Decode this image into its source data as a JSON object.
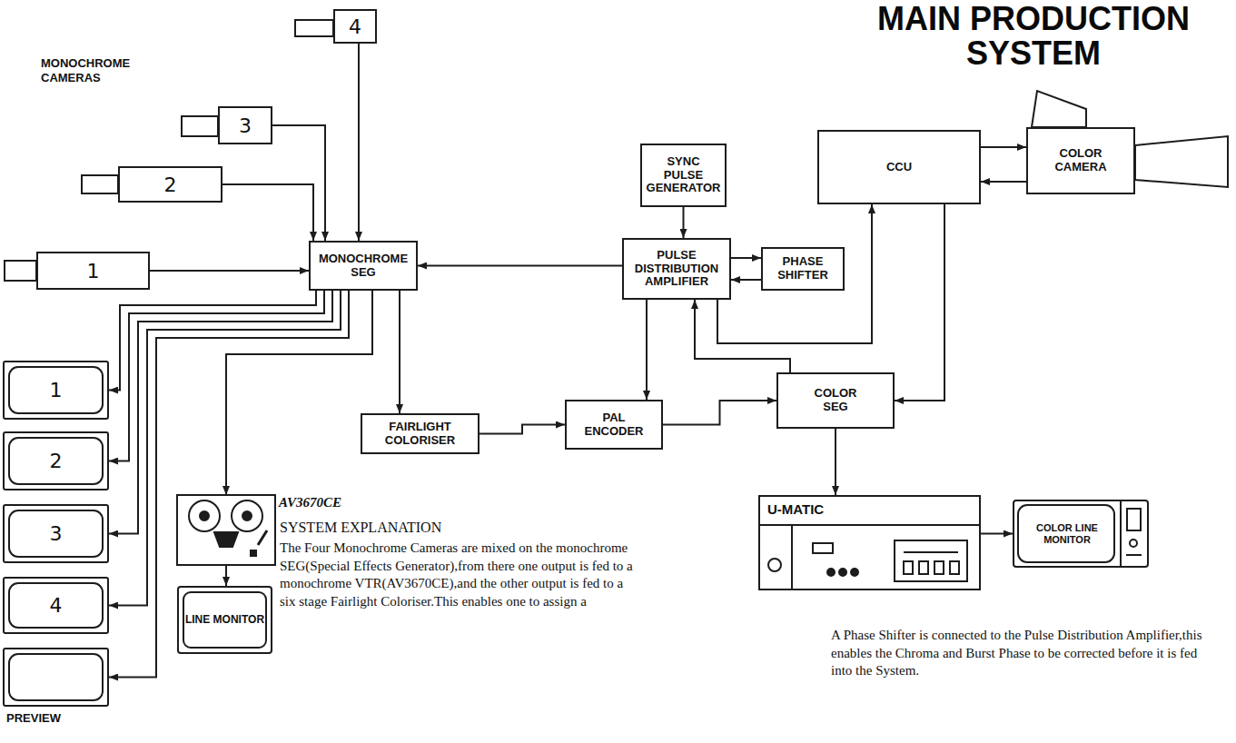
{
  "diagram": {
    "title": "MAIN PRODUCTION SYSTEM",
    "nodes": [
      {
        "text": [
          "4"
        ]
      },
      {
        "text": [
          "3"
        ]
      },
      {
        "text": [
          "2"
        ]
      },
      {
        "text": [
          "1"
        ]
      },
      {
        "text": [
          "MONOCHROME SEG"
        ]
      },
      {
        "text": [
          "SYNC PULSE GENERATOR"
        ]
      },
      {
        "text": [
          "PULSE DISTRIBUTION AMPLIFIER"
        ]
      },
      {
        "text": [
          "PHASE SHIFTER"
        ]
      },
      {
        "text": [
          "CCU"
        ]
      },
      {
        "text": [
          "COLOR CAMERA"
        ]
      },
      {
        "text": [
          "1"
        ]
      },
      {
        "text": [
          "FAIRLIGHT COLORISER"
        ]
      },
      {
        "text": [
          "PAL ENCODER"
        ]
      },
      {
        "text": [
          "COLOR SEG"
        ]
      },
      {
        "text": [
          "2"
        ]
      },
      {
        "text": [
          "3"
        ]
      },
      {
        "text": [
          "AV3670CE"
        ]
      },
      {
        "text": [
          "U-MATIC"
        ]
      },
      {
        "text": [
          "COLOR LINE MONITOR"
        ]
      },
      {
        "text": [
          "4"
        ]
      },
      {
        "text": [
          "LINE MONITOR"
        ]
      },
      {
        "text": [
          "PREVIEW"
        ]
      }
    ],
    "edges": [
      {
        "from": 3,
        "to": 4,
        "arrow": "to"
      },
      {
        "from": 2,
        "to": 4,
        "arrow": "to"
      },
      {
        "from": 1,
        "to": 4,
        "arrow": "to"
      },
      {
        "from": 0,
        "to": 4,
        "arrow": "to"
      },
      {
        "from": 4,
        "to": 10,
        "arrow": "to"
      },
      {
        "from": 4,
        "to": 14,
        "arrow": "to"
      },
      {
        "from": 4,
        "to": 15,
        "arrow": "to"
      },
      {
        "from": 4,
        "to": 19,
        "arrow": "to"
      },
      {
        "from": 4,
        "to": 21,
        "arrow": "to"
      },
      {
        "from": 4,
        "to": 16,
        "arrow": "to"
      },
      {
        "from": 4,
        "to": 11,
        "arrow": "to"
      },
      {
        "from": 16,
        "to": 20,
        "arrow": "to"
      },
      {
        "from": 11,
        "to": 12,
        "arrow": "to"
      },
      {
        "from": 5,
        "to": 6,
        "arrow": "to"
      },
      {
        "from": 6,
        "to": 4,
        "arrow": "to"
      },
      {
        "from": 6,
        "to": 7,
        "arrow": "to"
      },
      {
        "from": 7,
        "to": 6,
        "arrow": "to"
      },
      {
        "from": 6,
        "to": 12,
        "arrow": "to"
      },
      {
        "from": 13,
        "to": 6,
        "arrow": "to"
      },
      {
        "from": 6,
        "to": 8,
        "arrow": "to"
      },
      {
        "from": 8,
        "to": 9,
        "arrow": "to"
      },
      {
        "from": 9,
        "to": 8,
        "arrow": "to"
      },
      {
        "from": 8,
        "to": 13,
        "arrow": "to"
      },
      {
        "from": 12,
        "to": 13,
        "arrow": "to"
      },
      {
        "from": 13,
        "to": 17,
        "arrow": "to"
      },
      {
        "from": 17,
        "to": 18,
        "arrow": "to"
      }
    ],
    "labels": [
      "MONOCHROME CAMERAS",
      "SYSTEM EXPLANATION",
      "The Four Monochrome Cameras are mixed on the monochrome SEG(Special Effects Generator),from there one output is fed to a monochrome VTR(AV3670CE),and the other output is fed to a six stage Fairlight Coloriser.This enables one to assign a",
      "A Phase Shifter is connected to the Pulse Distribution Amplifier,this enables the Chroma and Burst Phase to be corrected before it is fed into the System."
    ]
  }
}
